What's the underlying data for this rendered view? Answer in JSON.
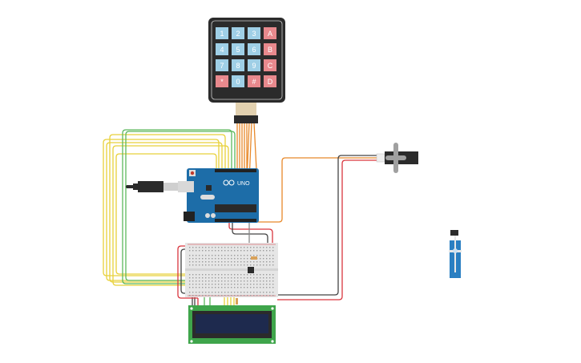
{
  "diagram": {
    "type": "circuit-schematic",
    "background": "#ffffff",
    "components": {
      "keypad": {
        "name": "4x4 Keypad",
        "keys": [
          {
            "label": "1",
            "kind": "digit"
          },
          {
            "label": "2",
            "kind": "digit"
          },
          {
            "label": "3",
            "kind": "digit"
          },
          {
            "label": "A",
            "kind": "letter"
          },
          {
            "label": "4",
            "kind": "digit"
          },
          {
            "label": "5",
            "kind": "digit"
          },
          {
            "label": "6",
            "kind": "digit"
          },
          {
            "label": "B",
            "kind": "letter"
          },
          {
            "label": "7",
            "kind": "digit"
          },
          {
            "label": "8",
            "kind": "digit"
          },
          {
            "label": "9",
            "kind": "digit"
          },
          {
            "label": "C",
            "kind": "letter"
          },
          {
            "label": "*",
            "kind": "letter"
          },
          {
            "label": "0",
            "kind": "digit"
          },
          {
            "label": "#",
            "kind": "letter"
          },
          {
            "label": "D",
            "kind": "letter"
          }
        ],
        "colors": {
          "digit": "#9fcfe6",
          "letter": "#e8898d",
          "body": "#2b2b2b"
        }
      },
      "arduino": {
        "name": "Arduino Uno",
        "label": "UNO",
        "color": "#1d6da8"
      },
      "breadboard": {
        "name": "Breadboard",
        "color": "#e6e6e6"
      },
      "lcd": {
        "name": "16x2 LCD",
        "pcb_color": "#3fa54b",
        "screen_color": "#1e2a4e"
      },
      "servo1": {
        "name": "Micro Servo (connected)"
      },
      "servo2": {
        "name": "Micro Servo (unconnected)",
        "color": "#2a7fc2"
      },
      "pushbutton": {
        "name": "Pushbutton"
      },
      "resistor": {
        "name": "Resistor"
      },
      "usb_cable": {
        "name": "USB cable"
      }
    },
    "wire_colors": {
      "yellow": "#e8d13a",
      "green": "#5cb85c",
      "orange": "#e8892a",
      "red": "#d9363e",
      "black": "#444444",
      "gray": "#888888"
    }
  }
}
